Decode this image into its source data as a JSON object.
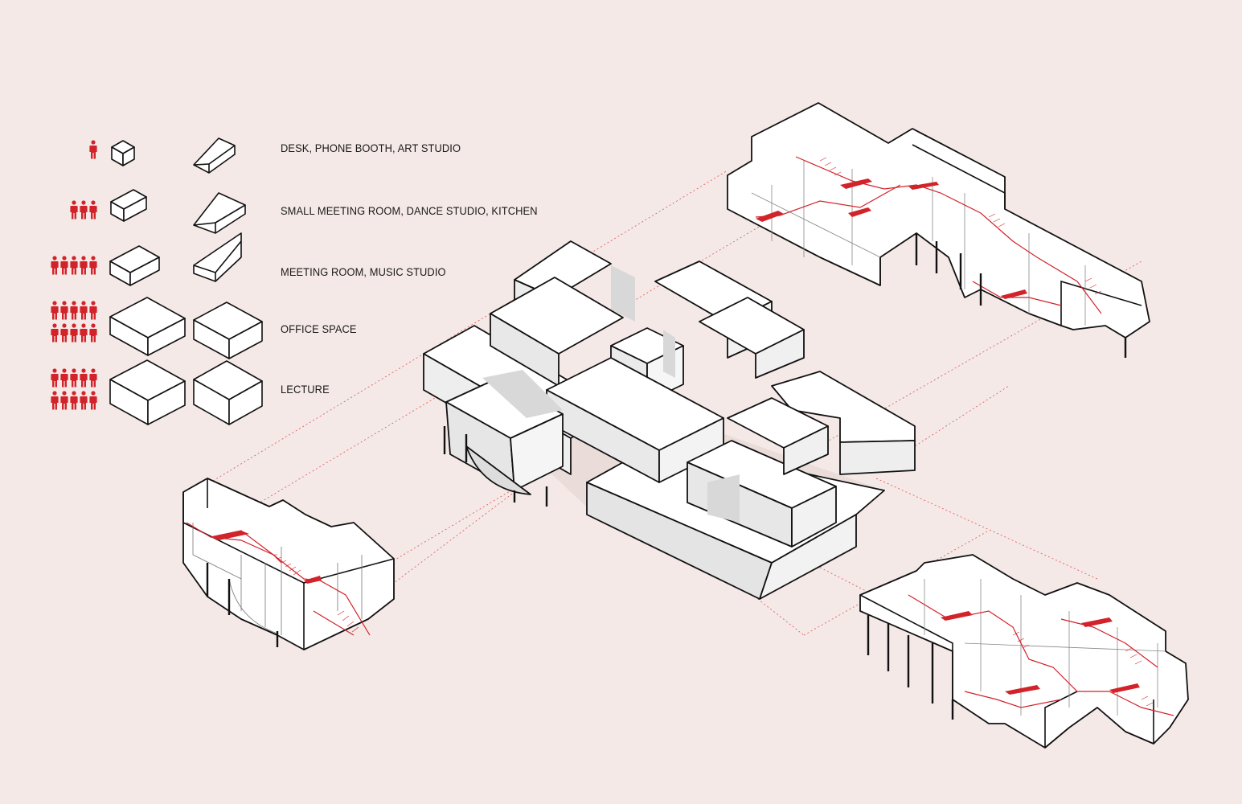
{
  "legend": {
    "rows": [
      {
        "label": "DESK, PHONE BOOTH, ART STUDIO",
        "occupants": 1,
        "icon": "person-icon"
      },
      {
        "label": "SMALL MEETING ROOM, DANCE STUDIO, KITCHEN",
        "occupants": 3,
        "icon": "person-icon"
      },
      {
        "label": "MEETING ROOM, MUSIC STUDIO",
        "occupants": 5,
        "icon": "person-icon"
      },
      {
        "label": "OFFICE SPACE",
        "occupants": 10,
        "icon": "person-icon"
      },
      {
        "label": "LECTURE",
        "occupants": 10,
        "icon": "person-icon"
      }
    ]
  },
  "colors": {
    "background": "#f4e9e6",
    "accent_red": "#d2232a",
    "line": "#111111",
    "massing_face": "#ffffff",
    "massing_shade": "#e6e6e6"
  }
}
